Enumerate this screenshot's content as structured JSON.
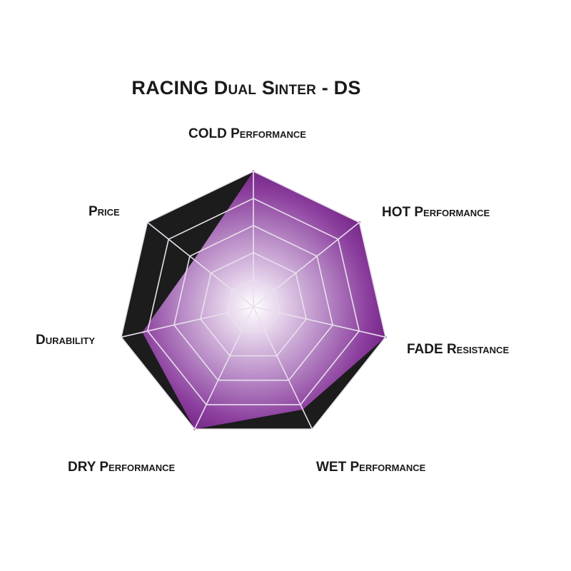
{
  "chart_data": {
    "type": "radar",
    "title": "RACING Dual Sinter - DS",
    "axes": [
      {
        "label": "COLD Performance"
      },
      {
        "label": "HOT Performance"
      },
      {
        "label": "FADE Resistance"
      },
      {
        "label": "WET Performance"
      },
      {
        "label": "DRY Performance"
      },
      {
        "label": "Durability"
      },
      {
        "label": "Price"
      }
    ],
    "levels": 5,
    "max": 5,
    "values": [
      5,
      5,
      5,
      4.2,
      5,
      4.2,
      2.8
    ],
    "colors": {
      "fill": "#7a2a8c",
      "fill_center": "#ffffff",
      "background": "#1c1c1c",
      "grid": "#e8e0ec"
    }
  }
}
